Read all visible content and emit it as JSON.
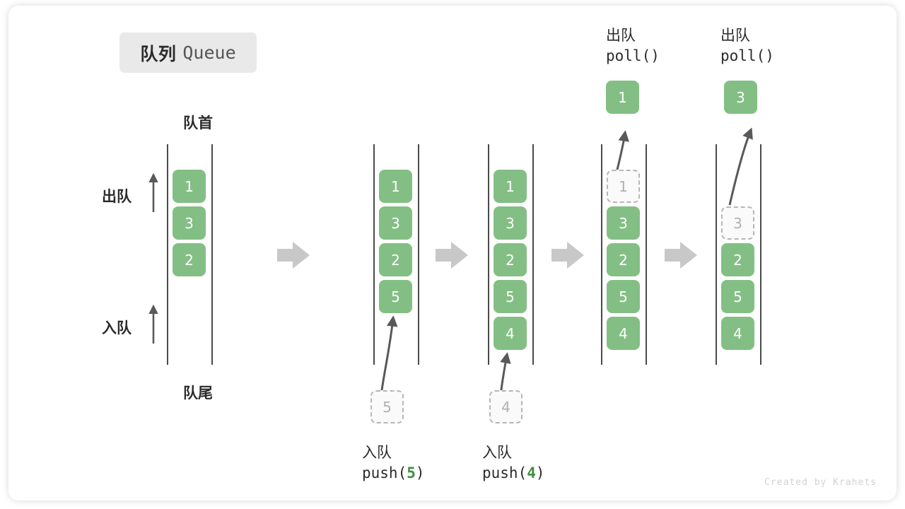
{
  "title": {
    "cn": "队列",
    "en": "Queue"
  },
  "labels": {
    "head": "队首",
    "tail": "队尾",
    "dequeue_side": "出队",
    "enqueue_side": "入队"
  },
  "colors": {
    "box_fill": "#83bf84",
    "box_text": "#ffffff",
    "ghost_border": "#b6b6b6",
    "ghost_text": "#b0b0b0",
    "rail": "#4a4a4a",
    "arrow_block": "#c8c8c8",
    "arrow_curve": "#595959",
    "accent_num": "#3e8e41",
    "chip_bg": "#e9e9e9"
  },
  "columns": [
    {
      "name": "initial",
      "items": [
        {
          "value": "1",
          "ghost": false
        },
        {
          "value": "3",
          "ghost": false
        },
        {
          "value": "2",
          "ghost": false
        }
      ]
    },
    {
      "name": "after-push-5",
      "items": [
        {
          "value": "1",
          "ghost": false
        },
        {
          "value": "3",
          "ghost": false
        },
        {
          "value": "2",
          "ghost": false
        },
        {
          "value": "5",
          "ghost": false
        }
      ]
    },
    {
      "name": "after-push-4",
      "items": [
        {
          "value": "1",
          "ghost": false
        },
        {
          "value": "3",
          "ghost": false
        },
        {
          "value": "2",
          "ghost": false
        },
        {
          "value": "5",
          "ghost": false
        },
        {
          "value": "4",
          "ghost": false
        }
      ]
    },
    {
      "name": "after-poll-1",
      "items": [
        {
          "value": "1",
          "ghost": true
        },
        {
          "value": "3",
          "ghost": false
        },
        {
          "value": "2",
          "ghost": false
        },
        {
          "value": "5",
          "ghost": false
        },
        {
          "value": "4",
          "ghost": false
        }
      ]
    },
    {
      "name": "after-poll-3",
      "items": [
        {
          "value": "",
          "ghost": false,
          "blank": true
        },
        {
          "value": "3",
          "ghost": true
        },
        {
          "value": "2",
          "ghost": false
        },
        {
          "value": "5",
          "ghost": false
        },
        {
          "value": "4",
          "ghost": false
        }
      ]
    }
  ],
  "operations": {
    "push5": {
      "cn": "入队",
      "code_prefix": "push(",
      "code_num": "5",
      "code_suffix": ")",
      "incoming_value": "5"
    },
    "push4": {
      "cn": "入队",
      "code_prefix": "push(",
      "code_num": "4",
      "code_suffix": ")",
      "incoming_value": "4"
    },
    "poll1": {
      "cn": "出队",
      "code": "poll()",
      "result_value": "1"
    },
    "poll2": {
      "cn": "出队",
      "code": "poll()",
      "result_value": "3"
    }
  },
  "watermark": "Created by Krahets"
}
